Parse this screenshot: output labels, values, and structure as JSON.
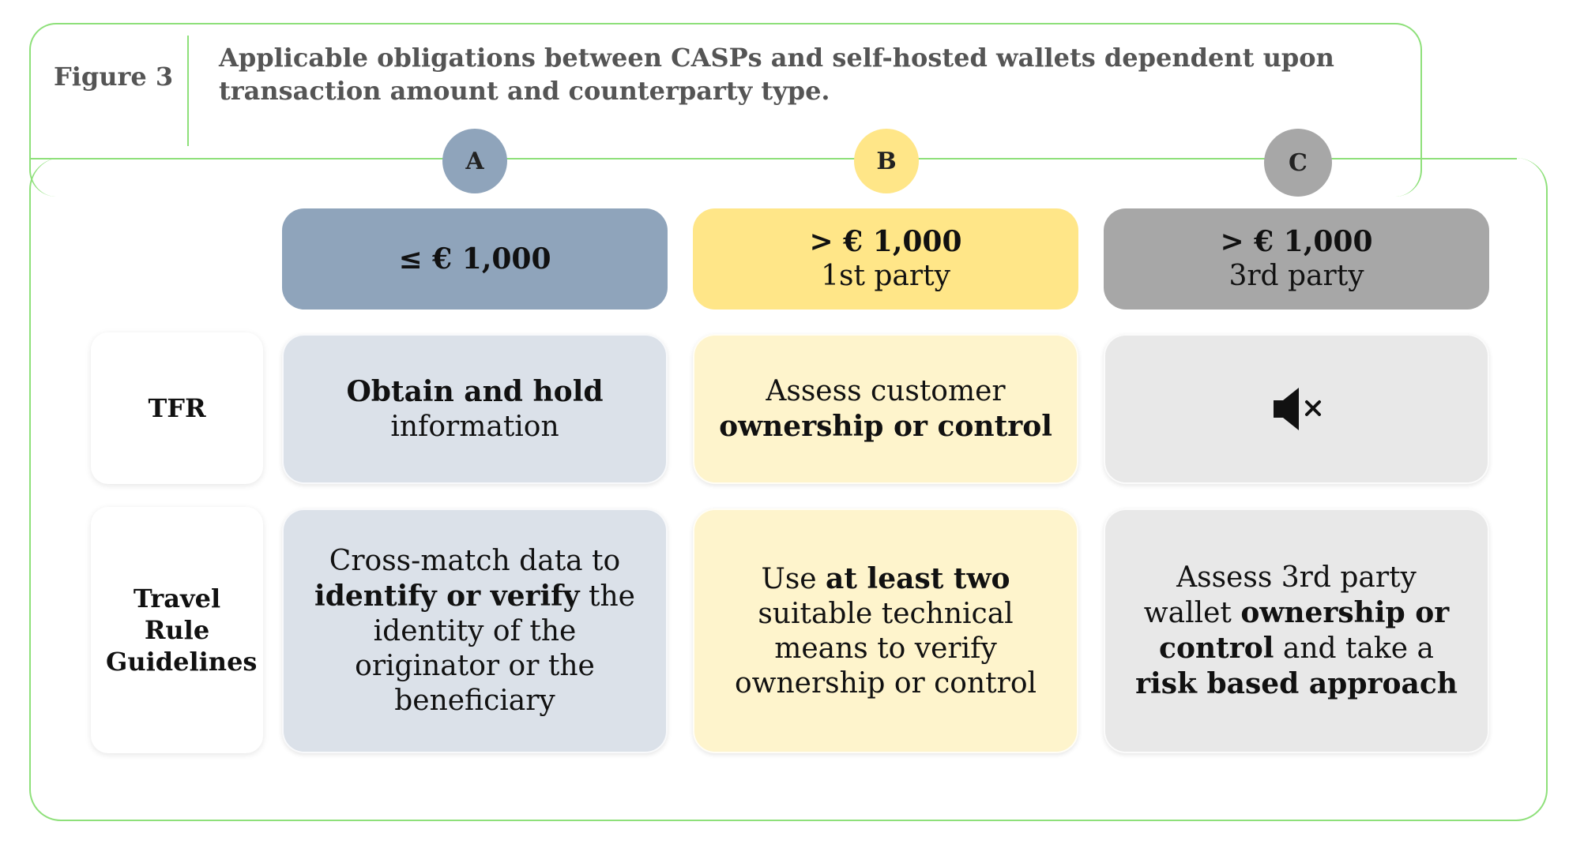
{
  "figure": {
    "label": "Figure 3",
    "title": "Applicable obligations between CASPs and self-hosted wallets dependent upon transaction amount and counterparty type."
  },
  "columns": [
    {
      "letter": "A",
      "amount": "≤ € 1,000",
      "party": "",
      "color": "#8fa4bb",
      "light": "#dbe1e9",
      "circle": "#8fa4bb"
    },
    {
      "letter": "B",
      "amount": "> € 1,000",
      "party": "1st party",
      "color": "#ffe688",
      "light": "#fef4cc",
      "circle": "#ffe688"
    },
    {
      "letter": "C",
      "amount": "> € 1,000",
      "party": "3rd party",
      "color": "#a7a7a7",
      "light": "#e8e8e8",
      "circle": "#a7a7a7"
    }
  ],
  "rows": [
    {
      "label": "TFR"
    },
    {
      "label": "Travel Rule Guidelines"
    }
  ],
  "cells": {
    "tfr_a": [
      [
        "Obtain and hold",
        true
      ],
      [
        "information",
        false
      ]
    ],
    "tfr_b": [
      [
        "Assess customer",
        false
      ],
      [
        "ownership or control",
        true
      ]
    ],
    "tfr_c_icon": "muted-speaker-icon",
    "trg_a": [
      [
        "Cross-match data to",
        false
      ],
      [
        "identify or verify",
        true
      ],
      [
        " the",
        false
      ],
      [
        "identity of the",
        false
      ],
      [
        "originator or the",
        false
      ],
      [
        "beneficiary",
        false
      ]
    ],
    "trg_b": [
      [
        "Use ",
        false
      ],
      [
        "at least two",
        true
      ],
      [
        "suitable technical",
        false
      ],
      [
        "means to verify",
        false
      ],
      [
        "ownership or control",
        false
      ]
    ],
    "trg_c": [
      [
        "Assess 3rd party",
        false
      ],
      [
        "wallet ",
        false
      ],
      [
        "ownership or",
        true
      ],
      [
        "control",
        true
      ],
      [
        " and take a",
        false
      ],
      [
        "risk based approach",
        true
      ]
    ]
  }
}
